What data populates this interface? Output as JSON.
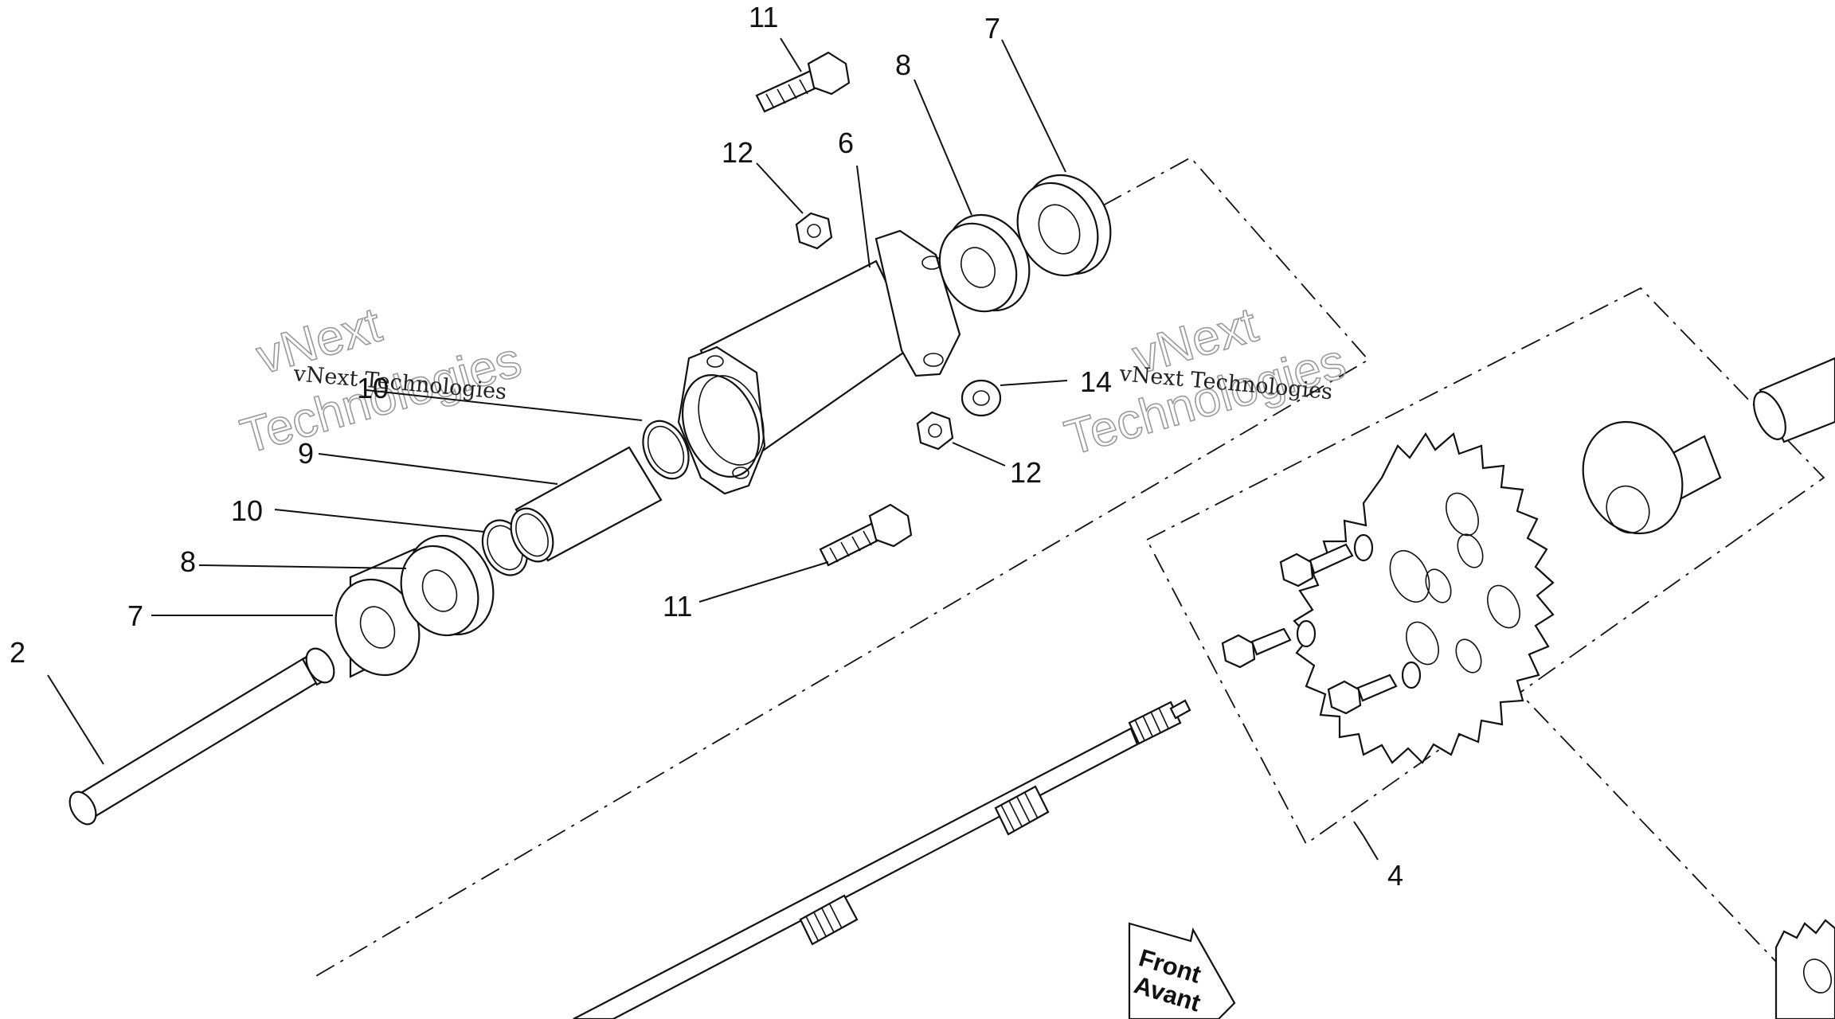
{
  "callouts": {
    "c2": "2",
    "c4": "4",
    "c6": "6",
    "c7a": "7",
    "c7b": "7",
    "c8a": "8",
    "c8b": "8",
    "c9": "9",
    "c10a": "10",
    "c10b": "10",
    "c11a": "11",
    "c11b": "11",
    "c12a": "12",
    "c12b": "12",
    "c14": "14"
  },
  "watermark": {
    "small_text": "vNext Technologies",
    "big_line1": "vNext",
    "big_line2": "Technologies"
  },
  "direction_sign": {
    "line1": "Front",
    "line2": "Avant"
  }
}
